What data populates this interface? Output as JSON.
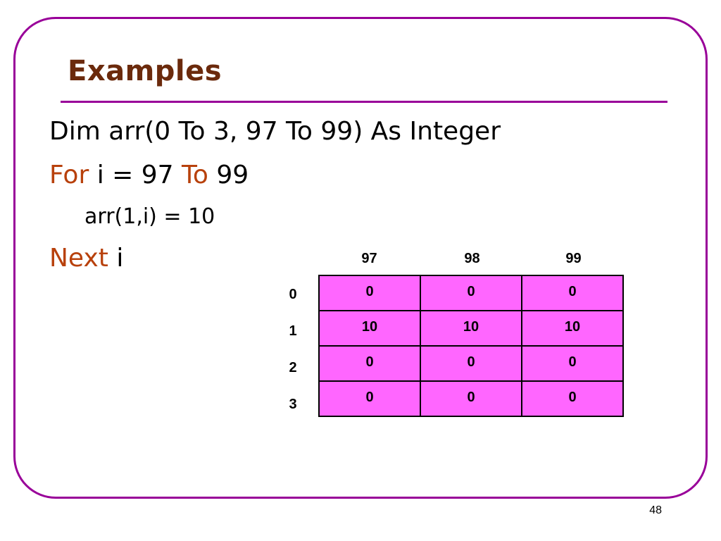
{
  "title": "Examples",
  "code": {
    "line1": "Dim arr(0 To 3, 97 To 99) As Integer",
    "line2": {
      "kw_for": "For",
      "mid": " i = 97 ",
      "kw_to": "To",
      "end": " 99"
    },
    "line3": "arr(1,i) = 10",
    "line4": {
      "kw_next": "Next",
      "end": " i"
    }
  },
  "grid": {
    "col_headers": [
      "97",
      "98",
      "99"
    ],
    "row_headers": [
      "0",
      "1",
      "2",
      "3"
    ],
    "cells": [
      [
        "0",
        "0",
        "0"
      ],
      [
        "10",
        "10",
        "10"
      ],
      [
        "0",
        "0",
        "0"
      ],
      [
        "0",
        "0",
        "0"
      ]
    ]
  },
  "page_number": "48",
  "colors": {
    "frame": "#990099",
    "title": "#6b2a0c",
    "keyword": "#b8410c",
    "cell_fill": "#ff66ff"
  }
}
